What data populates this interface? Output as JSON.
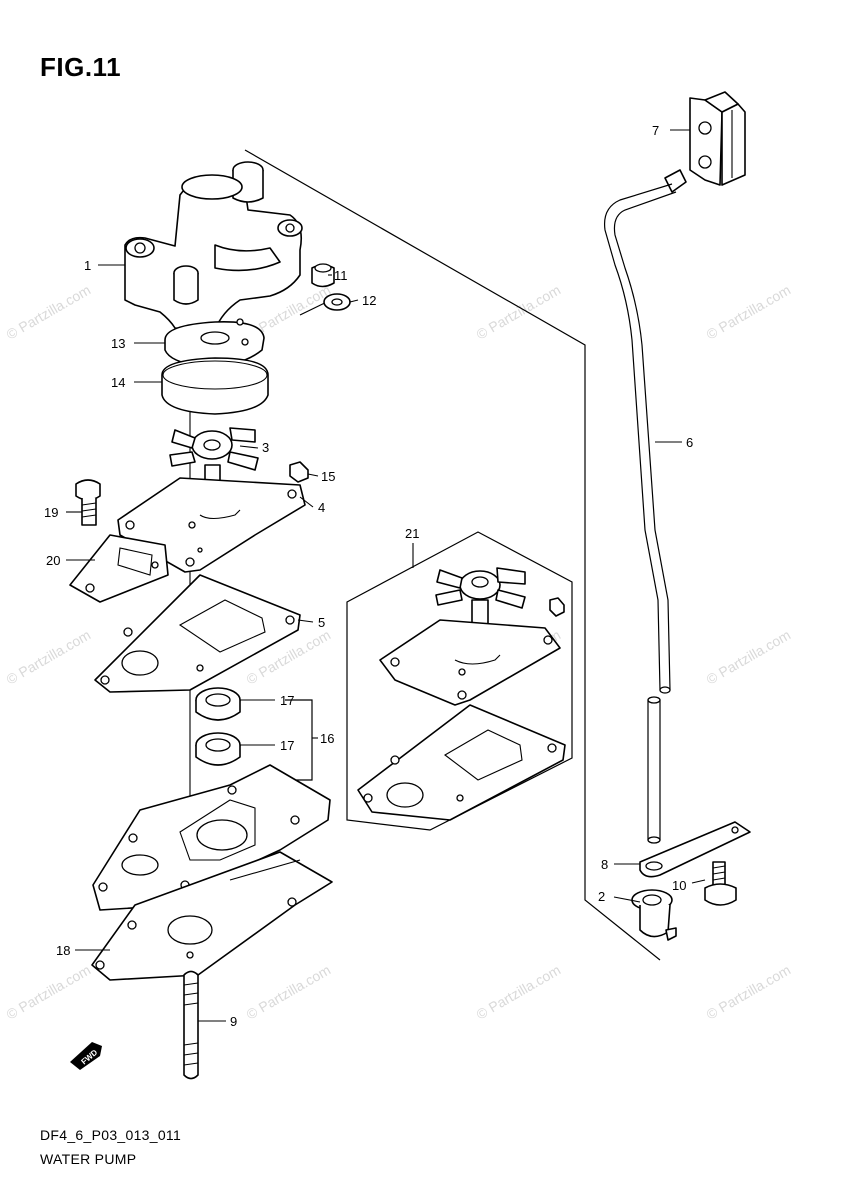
{
  "figure": {
    "title": "FIG.11"
  },
  "footer": {
    "code": "DF4_6_P03_013_011",
    "name": "WATER PUMP"
  },
  "watermark": {
    "text": "© Partzilla.com",
    "color": "#d9d9d9"
  },
  "direction_mark": {
    "text": "FWD"
  },
  "callouts": [
    {
      "id": "1",
      "label": "1"
    },
    {
      "id": "2",
      "label": "2"
    },
    {
      "id": "3",
      "label": "3"
    },
    {
      "id": "4",
      "label": "4"
    },
    {
      "id": "5",
      "label": "5"
    },
    {
      "id": "6",
      "label": "6"
    },
    {
      "id": "7",
      "label": "7"
    },
    {
      "id": "8",
      "label": "8"
    },
    {
      "id": "9",
      "label": "9"
    },
    {
      "id": "10",
      "label": "10"
    },
    {
      "id": "11",
      "label": "11"
    },
    {
      "id": "12",
      "label": "12"
    },
    {
      "id": "13",
      "label": "13"
    },
    {
      "id": "14",
      "label": "14"
    },
    {
      "id": "15",
      "label": "15"
    },
    {
      "id": "16",
      "label": "16"
    },
    {
      "id": "17a",
      "label": "17"
    },
    {
      "id": "17b",
      "label": "17"
    },
    {
      "id": "18",
      "label": "18"
    },
    {
      "id": "19",
      "label": "19"
    },
    {
      "id": "20",
      "label": "20"
    },
    {
      "id": "21",
      "label": "21"
    }
  ]
}
